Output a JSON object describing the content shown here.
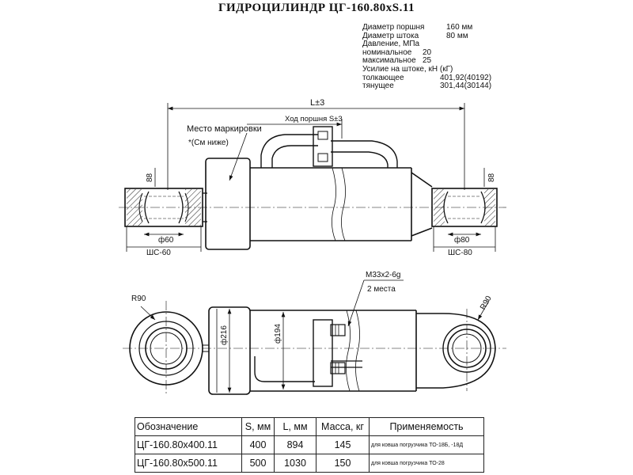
{
  "title": "ГИДРОЦИЛИНДР ЦГ-160.80хS.11",
  "specs": [
    {
      "label": "Диаметр поршня",
      "value": "160 мм"
    },
    {
      "label": "Диаметр штока",
      "value": "80 мм"
    },
    {
      "label": "Давление, МПа",
      "value": ""
    },
    {
      "label": "номинальное",
      "value": "20"
    },
    {
      "label": "максимальное",
      "value": "25"
    },
    {
      "label": "Усилие на штоке, кН (кГ)",
      "value": ""
    },
    {
      "label": "толкающее",
      "value": "401,92(40192)"
    },
    {
      "label": "тянущее",
      "value": "301,44(30144)"
    }
  ],
  "dims": {
    "length": "L±3",
    "stroke": "Ход поршня S±3",
    "marking": "Место маркировки",
    "marking_note": "*(См ниже)",
    "left_height": "88",
    "right_height": "88",
    "left_bore": "ф60",
    "right_bore": "ф80",
    "left_bearing": "ШС-60",
    "right_bearing": "ШС-80",
    "thread": "М33х2-6g",
    "ports": "2 места",
    "radius_left": "R90",
    "radius_right": "R90",
    "dia_outer": "ф216",
    "dia_barrel": "ф194"
  },
  "table": {
    "headers": [
      "Обозначение",
      "S, мм",
      "L, мм",
      "Масса, кг",
      "Применяемость"
    ],
    "rows": [
      [
        "ЦГ-160.80х400.11",
        "400",
        "894",
        "145",
        "для ковша погрузчика ТО-18Б, -18Д"
      ],
      [
        "ЦГ-160.80х500.11",
        "500",
        "1030",
        "150",
        "для ковша погрузчика ТО-28"
      ]
    ]
  }
}
